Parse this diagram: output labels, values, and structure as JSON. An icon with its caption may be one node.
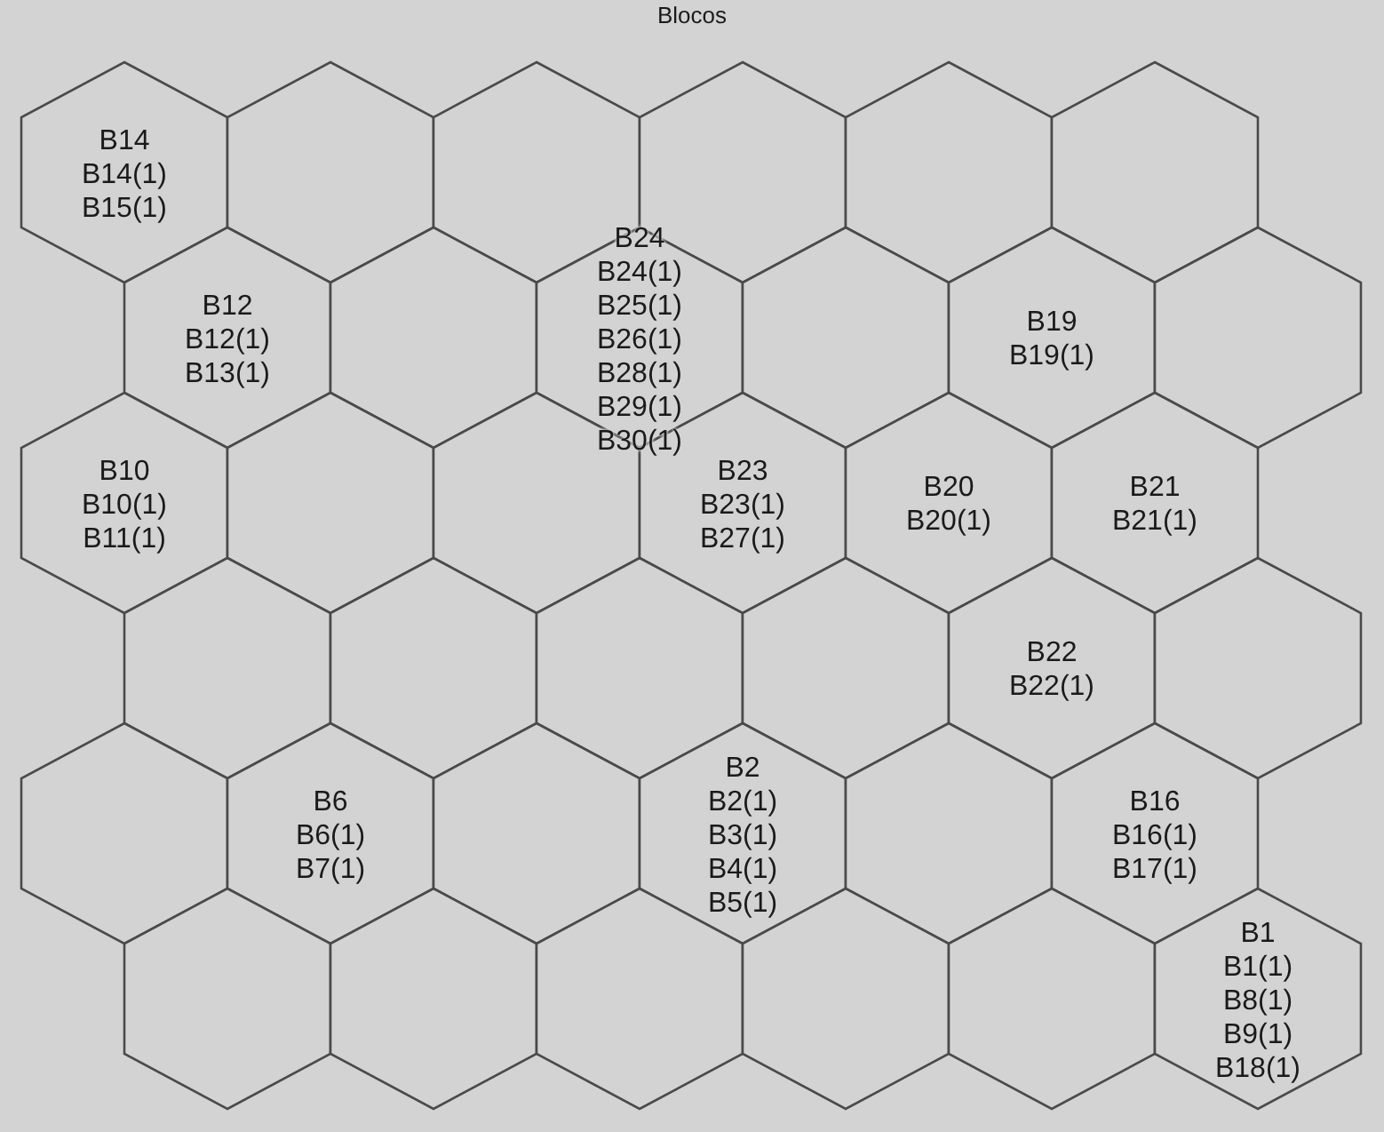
{
  "diagram": {
    "title": "Blocos",
    "nodes": [
      {
        "text": [
          "B14",
          "B14(1)",
          "B15(1)"
        ]
      },
      {
        "text": [],
        "shape": "hexagon"
      },
      {
        "text": [],
        "shape": "hexagon"
      },
      {
        "text": [],
        "shape": "hexagon"
      },
      {
        "text": [],
        "shape": "hexagon"
      },
      {
        "text": [],
        "shape": "hexagon"
      },
      {
        "text": [
          "B12",
          "B12(1)",
          "B13(1)"
        ]
      },
      {
        "text": [],
        "shape": "hexagon"
      },
      {
        "text": [
          "B24",
          "B24(1)",
          "B25(1)",
          "B26(1)",
          "B28(1)",
          "B29(1)",
          "B30(1)"
        ]
      },
      {
        "text": [],
        "shape": "hexagon"
      },
      {
        "text": [
          "B19",
          "B19(1)"
        ]
      },
      {
        "text": [],
        "shape": "hexagon"
      },
      {
        "text": [
          "B10",
          "B10(1)",
          "B11(1)"
        ]
      },
      {
        "text": [],
        "shape": "hexagon"
      },
      {
        "text": [],
        "shape": "hexagon"
      },
      {
        "text": [
          "B23",
          "B23(1)",
          "B27(1)"
        ]
      },
      {
        "text": [
          "B20",
          "B20(1)"
        ]
      },
      {
        "text": [
          "B21",
          "B21(1)"
        ]
      },
      {
        "text": [],
        "shape": "hexagon"
      },
      {
        "text": [],
        "shape": "hexagon"
      },
      {
        "text": [],
        "shape": "hexagon"
      },
      {
        "text": [],
        "shape": "hexagon"
      },
      {
        "text": [
          "B22",
          "B22(1)"
        ]
      },
      {
        "text": [],
        "shape": "hexagon"
      },
      {
        "text": [],
        "shape": "hexagon"
      },
      {
        "text": [
          "B6",
          "B6(1)",
          "B7(1)"
        ]
      },
      {
        "text": [],
        "shape": "hexagon"
      },
      {
        "text": [
          "B2",
          "B2(1)",
          "B3(1)",
          "B4(1)",
          "B5(1)"
        ]
      },
      {
        "text": [],
        "shape": "hexagon"
      },
      {
        "text": [
          "B16",
          "B16(1)",
          "B17(1)"
        ]
      },
      {
        "text": [],
        "shape": "hexagon"
      },
      {
        "text": [],
        "shape": "hexagon"
      },
      {
        "text": [],
        "shape": "hexagon"
      },
      {
        "text": [],
        "shape": "hexagon"
      },
      {
        "text": [],
        "shape": "hexagon"
      },
      {
        "text": [
          "B1",
          "B1(1)",
          "B8(1)",
          "B9(1)",
          "B18(1)"
        ]
      }
    ],
    "edges": []
  }
}
